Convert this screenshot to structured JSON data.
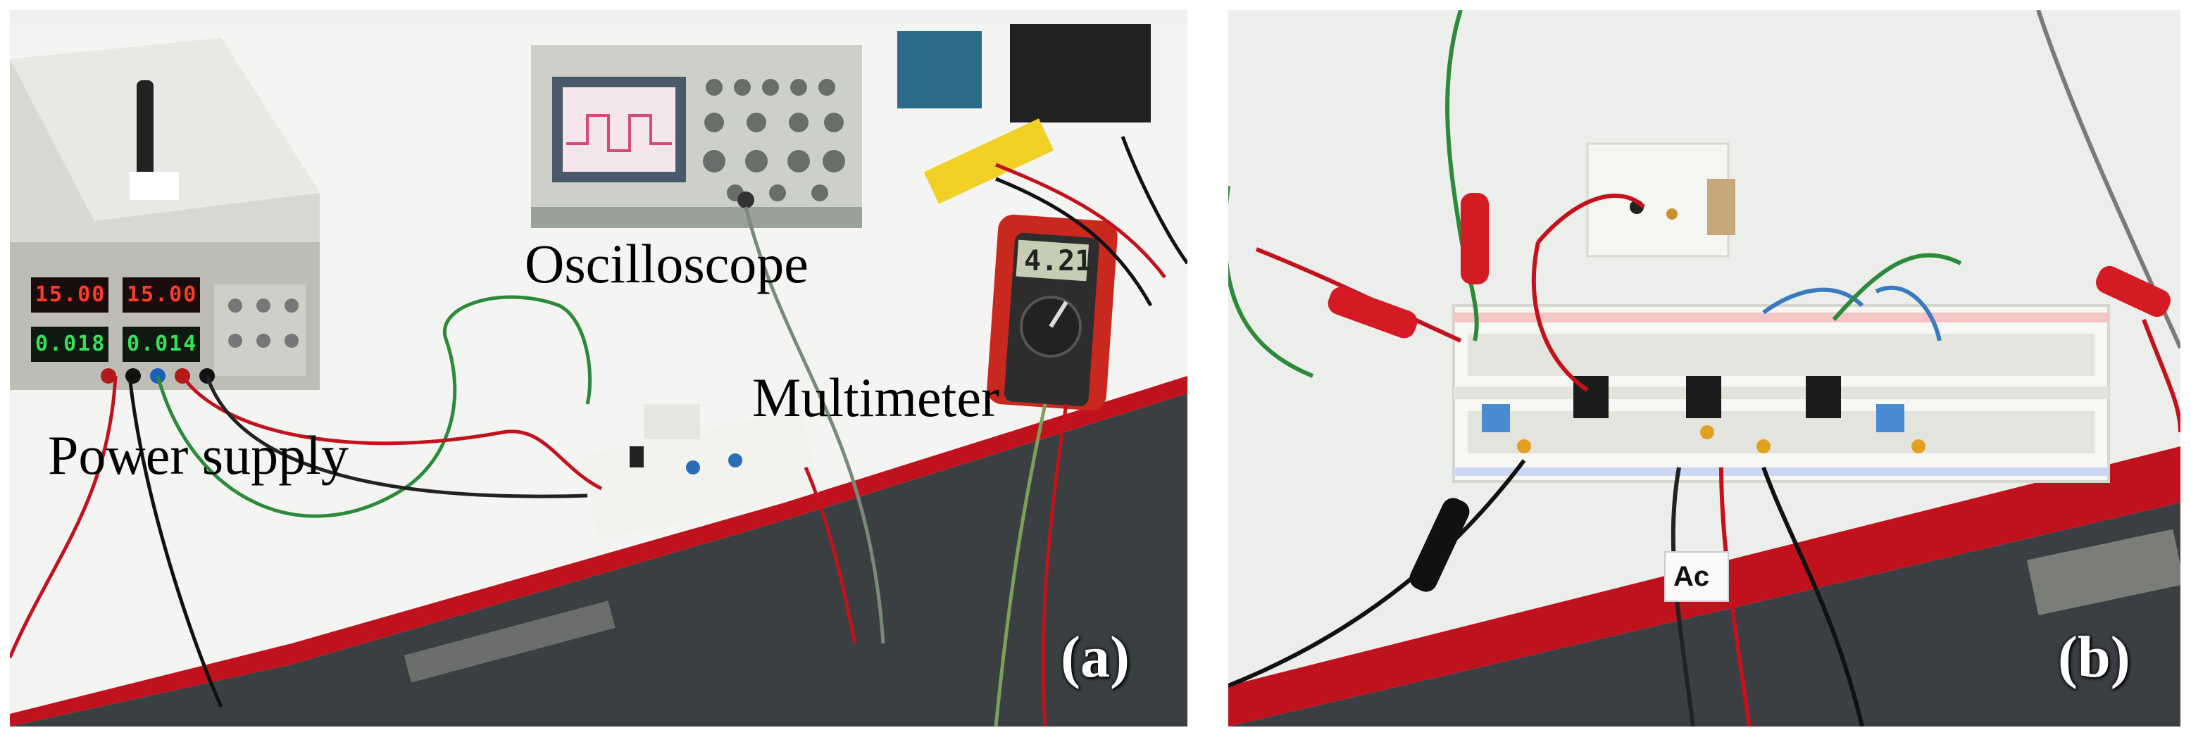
{
  "panel_a": {
    "captions": {
      "oscilloscope": "Oscilloscope",
      "multimeter": "Multimeter",
      "power_supply": "Power supply"
    },
    "tag": "(a)",
    "psu_display": {
      "v1": "15.00",
      "a1": "0.018",
      "v2": "15.00",
      "a2": "0.014"
    },
    "multimeter_reading": "4.21"
  },
  "panel_b": {
    "tag": "(b)",
    "wire_label": "Ac"
  }
}
